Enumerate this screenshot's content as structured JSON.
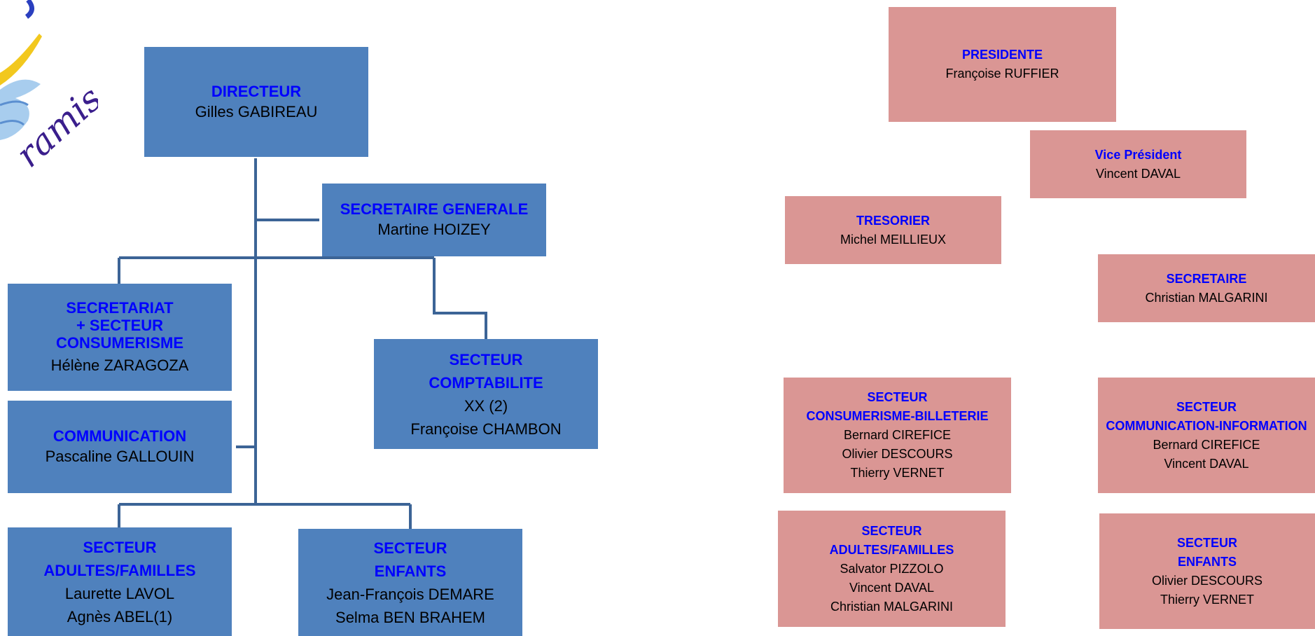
{
  "colors": {
    "staff_box": "#4f81bd",
    "board_box": "#da9694",
    "title_text": "#0000ff",
    "connector": "#3c6496"
  },
  "logo": {
    "icon": "association-logo-icon",
    "script_text": "ramis"
  },
  "staff": {
    "directeur": {
      "title": "DIRECTEUR",
      "names": [
        "Gilles GABIREAU"
      ]
    },
    "secretaire_generale": {
      "title": "SECRETAIRE GENERALE",
      "names": [
        "Martine HOIZEY"
      ]
    },
    "secretariat": {
      "title_lines": [
        "SECRETARIAT",
        "+ SECTEUR",
        "CONSUMERISME"
      ],
      "names": [
        "Hélène ZARAGOZA"
      ]
    },
    "comptabilite": {
      "title_lines": [
        "SECTEUR",
        "COMPTABILITE"
      ],
      "names": [
        "XX (2)",
        "Françoise CHAMBON"
      ]
    },
    "communication": {
      "title": "COMMUNICATION",
      "names": [
        "Pascaline GALLOUIN"
      ]
    },
    "adultes_familles": {
      "title_lines": [
        "SECTEUR",
        "ADULTES/FAMILLES"
      ],
      "names": [
        "Laurette LAVOL",
        "Agnès ABEL(1)"
      ]
    },
    "enfants": {
      "title_lines": [
        "SECTEUR",
        "ENFANTS"
      ],
      "names": [
        "Jean-François DEMARE",
        "Selma BEN BRAHEM"
      ]
    }
  },
  "board": {
    "presidente": {
      "title": "PRESIDENTE",
      "names": [
        "Françoise RUFFIER"
      ]
    },
    "vice_president": {
      "title": "Vice Président",
      "names": [
        "Vincent DAVAL"
      ]
    },
    "tresorier": {
      "title": "TRESORIER",
      "names": [
        "Michel MEILLIEUX"
      ]
    },
    "secretaire": {
      "title": "SECRETAIRE",
      "names": [
        "Christian MALGARINI"
      ]
    },
    "consumerisme_billeterie": {
      "title_lines": [
        "SECTEUR",
        "CONSUMERISME-BILLETERIE"
      ],
      "names": [
        "Bernard CIREFICE",
        "Olivier DESCOURS",
        "Thierry VERNET"
      ]
    },
    "communication_information": {
      "title_lines": [
        "SECTEUR",
        "COMMUNICATION-INFORMATION"
      ],
      "names": [
        "Bernard CIREFICE",
        "Vincent DAVAL"
      ]
    },
    "adultes_familles": {
      "title_lines": [
        "SECTEUR",
        "ADULTES/FAMILLES"
      ],
      "names": [
        "Salvator PIZZOLO",
        "Vincent DAVAL",
        "Christian MALGARINI"
      ]
    },
    "enfants": {
      "title_lines": [
        "SECTEUR",
        "ENFANTS"
      ],
      "names": [
        "Olivier DESCOURS",
        "Thierry VERNET"
      ]
    }
  }
}
